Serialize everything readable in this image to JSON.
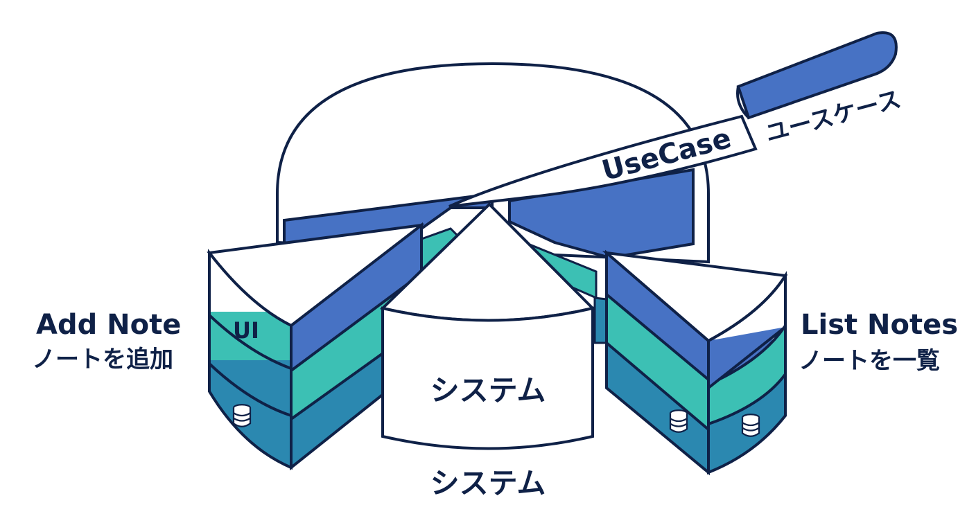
{
  "knife": {
    "label": "UseCase",
    "caption": "ユースケース"
  },
  "left_slice": {
    "title": "Add Note",
    "subtitle": "ノートを追加",
    "layer_label": "UI"
  },
  "center_slice": {
    "label": "システム",
    "caption": "システム"
  },
  "right_slice": {
    "title": "List Notes",
    "subtitle": "ノートを一覧"
  },
  "colors": {
    "outline": "#0f2147",
    "blue": "#4772c4",
    "teal": "#3cc0b4",
    "dark_blue": "#2b88b0",
    "white": "#ffffff"
  },
  "icons": [
    "database-icon"
  ]
}
